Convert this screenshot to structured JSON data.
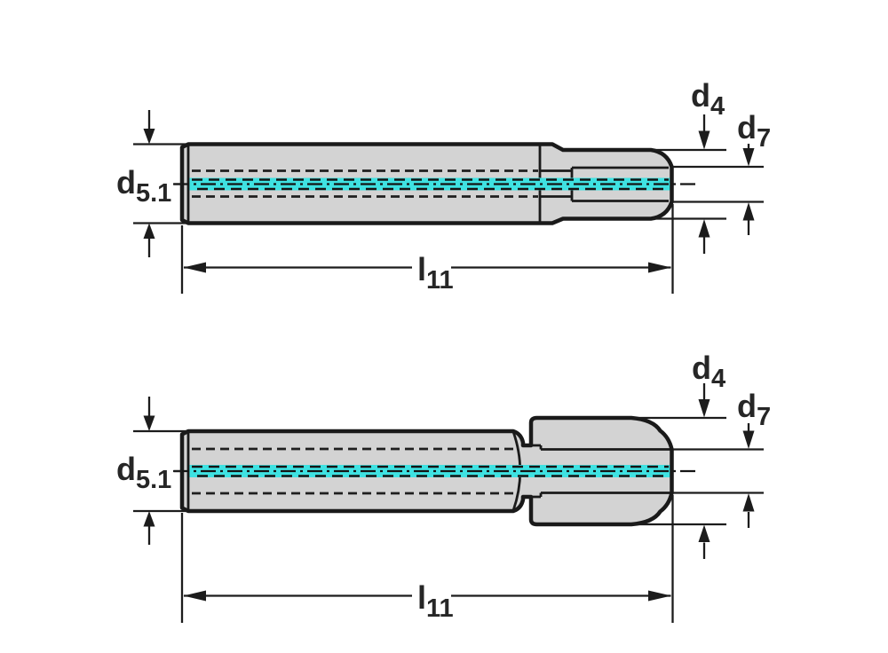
{
  "diagram": {
    "title": "Cylindrical shank adapter technical drawing, two variants with coolant channel",
    "labels": {
      "shank_diameter": {
        "main": "d",
        "sub": "5.1"
      },
      "pilot_diameter": {
        "main": "d",
        "sub": "4"
      },
      "face_diameter": {
        "main": "d",
        "sub": "7"
      },
      "length": {
        "main": "l",
        "sub": "11"
      }
    },
    "colors": {
      "background": "#ffffff",
      "body_fill": "#d3d3d3",
      "outline": "#1a1a1a",
      "coolant_highlight": "#3fe2e2",
      "dimension_lines": "#1c1c1c",
      "label_text": "#262626"
    }
  }
}
